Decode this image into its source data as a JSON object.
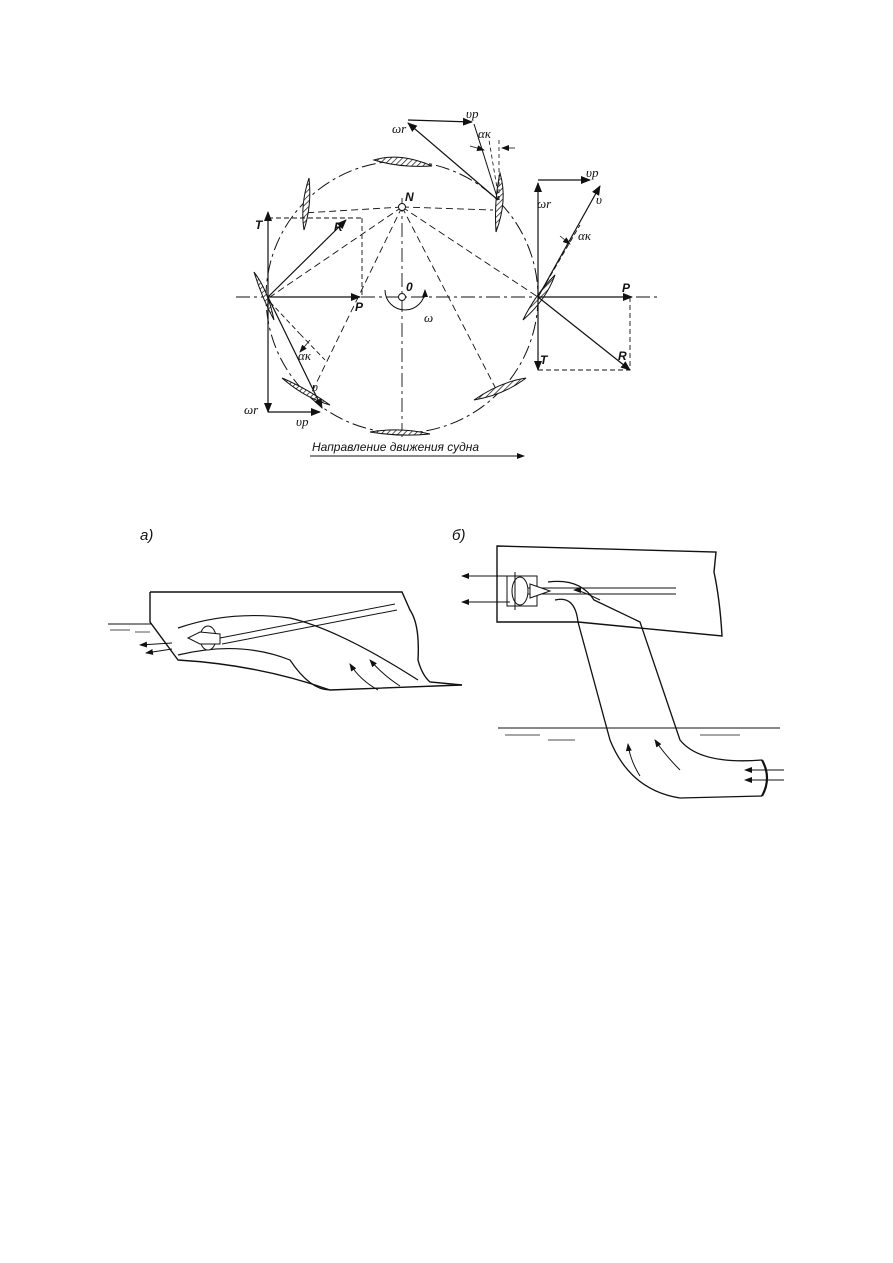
{
  "figure_top": {
    "labels": {
      "omega_r_top": "ωr",
      "v_p_top": "υp",
      "alpha_top": "αк",
      "N": "N",
      "O": "0",
      "omega": "ω",
      "T_left": "T",
      "R_left": "R",
      "P_left": "P",
      "alpha_left": "αк",
      "v_left": "υ",
      "omega_r_left": "ωr",
      "v_p_left": "υp",
      "v_p_right": "υp",
      "omega_r_right": "ωr",
      "v_right": "υ",
      "alpha_right": "αк",
      "P_right": "P",
      "T_right": "T",
      "R_right": "R"
    },
    "caption": "Направление  движения судна"
  },
  "figure_bottom": {
    "label_a": "а)",
    "label_b": "б)"
  }
}
